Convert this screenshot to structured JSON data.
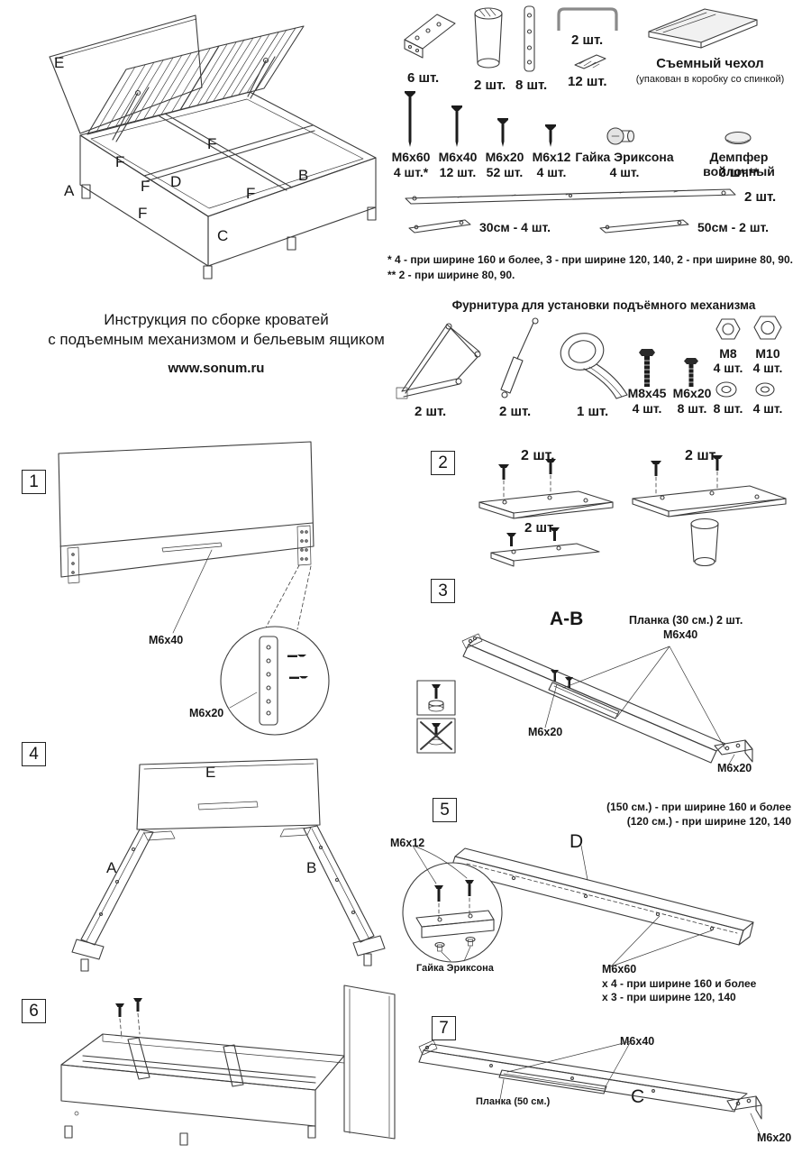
{
  "doc": {
    "title_line1": "Инструкция по сборке кроватей",
    "title_line2": "с подъемным механизмом и бельевым ящиком",
    "website": "www.sonum.ru"
  },
  "bed": {
    "e": "E",
    "f": "F",
    "d": "D",
    "a": "A",
    "b": "B",
    "c": "C"
  },
  "hardware": {
    "bracket_qty": "6 шт.",
    "leg_qty": "2 шт.",
    "plate_qty": "8 шт.",
    "handle_qty": "2 шт.",
    "clip_qty": "12 шт.",
    "cover_title": "Съемный чехол",
    "cover_note": "(упакован в коробку со спинкой)",
    "screws": [
      {
        "label": "М6х60",
        "qty": "4 шт.*"
      },
      {
        "label": "М6х40",
        "qty": "12 шт."
      },
      {
        "label": "М6х20",
        "qty": "52 шт."
      },
      {
        "label": "М6х12",
        "qty": "4 шт."
      }
    ],
    "erikson_label": "Гайка Эриксона",
    "erikson_qty": "4 шт.",
    "damper_label": "Демпфер войлочный",
    "damper_qty": "3 шт.**",
    "long_bar_qty": "2 шт.",
    "bar30_label": "30см - 4 шт.",
    "bar50_label": "50см - 2 шт.",
    "footnote1": "* 4 - при ширине 160 и более, 3 - при ширине 120, 140, 2 - при ширине 80, 90.",
    "footnote2": "** 2 - при ширине 80, 90."
  },
  "lift": {
    "title": "Фурнитура для установки подъёмного механизма",
    "mechanism_qty": "2 шт.",
    "strut_qty": "2 шт.",
    "strap_qty": "1 шт.",
    "bolt1_label": "М8х45",
    "bolt1_qty": "4 шт.",
    "bolt2_label": "М6х20",
    "bolt2_qty": "8 шт.",
    "nut1_label": "М8",
    "nut1_qty": "4 шт.",
    "nut2_label": "М10",
    "nut2_qty": "4 шт.",
    "washer1_qty": "8 шт.",
    "washer2_qty": "4 шт."
  },
  "steps": {
    "s1": {
      "num": "1",
      "m6x40": "М6х40",
      "m6x20": "М6х20"
    },
    "s2": {
      "num": "2",
      "qty_a": "2 шт.",
      "qty_b": "2 шт.",
      "qty_c": "2 шт."
    },
    "s3": {
      "num": "3",
      "title": "А-В",
      "plank": "Планка (30 см.)  2 шт.",
      "m6x40": "М6х40",
      "m6x20_mid": "М6х20",
      "m6x20_end": "М6х20"
    },
    "s4": {
      "num": "4"
    },
    "s5": {
      "num": "5",
      "note1": "(150 см.) - при ширине 160 и более",
      "note2": "(120 см.) - при ширине 120, 140",
      "m6x12": "М6х12",
      "d_label": "D",
      "erikson": "Гайка Эриксона",
      "m6x60": "М6х60",
      "m6x60_note1": "х 4 - при ширине 160 и более",
      "m6x60_note2": "х 3 - при ширине 120, 140"
    },
    "s6": {
      "num": "6"
    },
    "s7": {
      "num": "7",
      "m6x40": "М6х40",
      "plank": "Планка (50 см.)",
      "c_label": "С",
      "m6x20": "М6х20"
    }
  }
}
